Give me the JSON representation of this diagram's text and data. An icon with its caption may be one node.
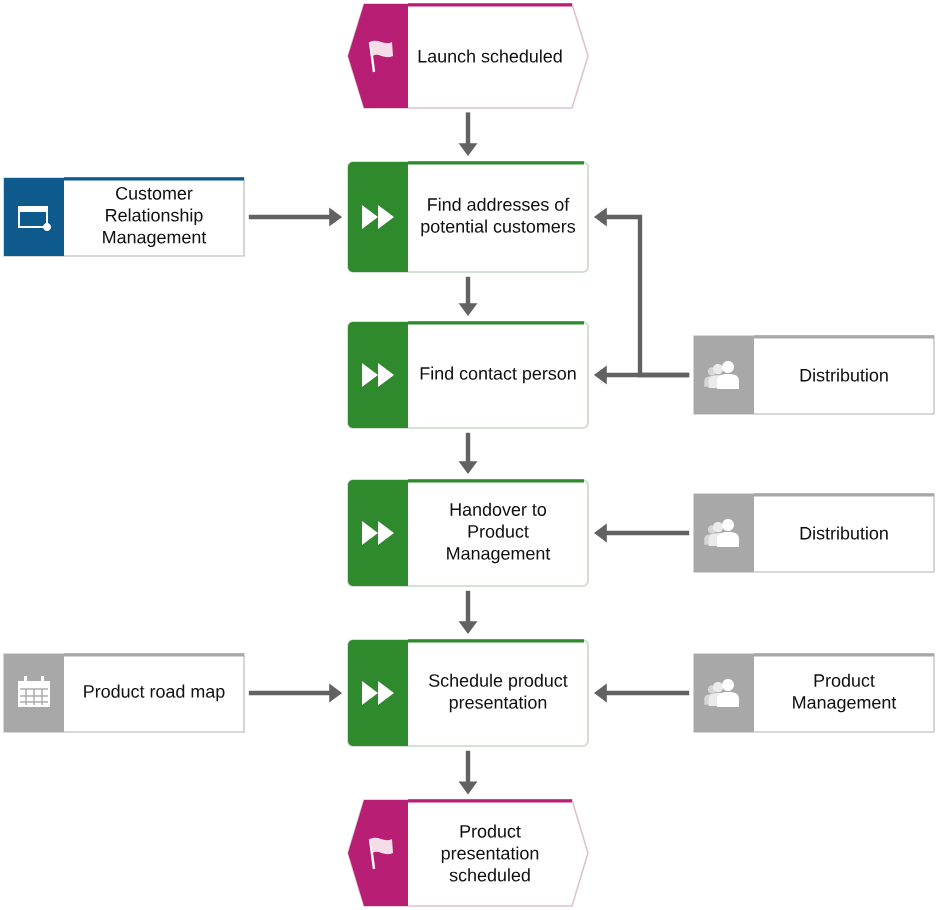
{
  "diagram": {
    "nodes": [
      {
        "text": [
          "Launch scheduled"
        ]
      },
      {
        "text": [
          "Find addresses of potential customers"
        ]
      },
      {
        "text": [
          "Customer Relationship Management"
        ]
      },
      {
        "text": [
          "Find contact person"
        ]
      },
      {
        "text": [
          "Distribution"
        ]
      },
      {
        "text": [
          "Handover to Product Management"
        ]
      },
      {
        "text": [
          "Distribution"
        ]
      },
      {
        "text": [
          "Product road map"
        ]
      },
      {
        "text": [
          "Schedule product presentation"
        ]
      },
      {
        "text": [
          "Product Management"
        ]
      },
      {
        "text": [
          "Product presentation scheduled"
        ]
      }
    ],
    "edges": [
      {
        "from": 0,
        "to": 1,
        "arrow": "to"
      },
      {
        "from": 2,
        "to": 1,
        "arrow": "to"
      },
      {
        "from": 4,
        "to": 1,
        "arrow": "to"
      },
      {
        "from": 1,
        "to": 3,
        "arrow": "to"
      },
      {
        "from": 4,
        "to": 3,
        "arrow": "to"
      },
      {
        "from": 3,
        "to": 5,
        "arrow": "to"
      },
      {
        "from": 6,
        "to": 5,
        "arrow": "to"
      },
      {
        "from": 5,
        "to": 8,
        "arrow": "to"
      },
      {
        "from": 7,
        "to": 8,
        "arrow": "to"
      },
      {
        "from": 9,
        "to": 8,
        "arrow": "to"
      },
      {
        "from": 8,
        "to": 10,
        "arrow": "to"
      }
    ]
  }
}
